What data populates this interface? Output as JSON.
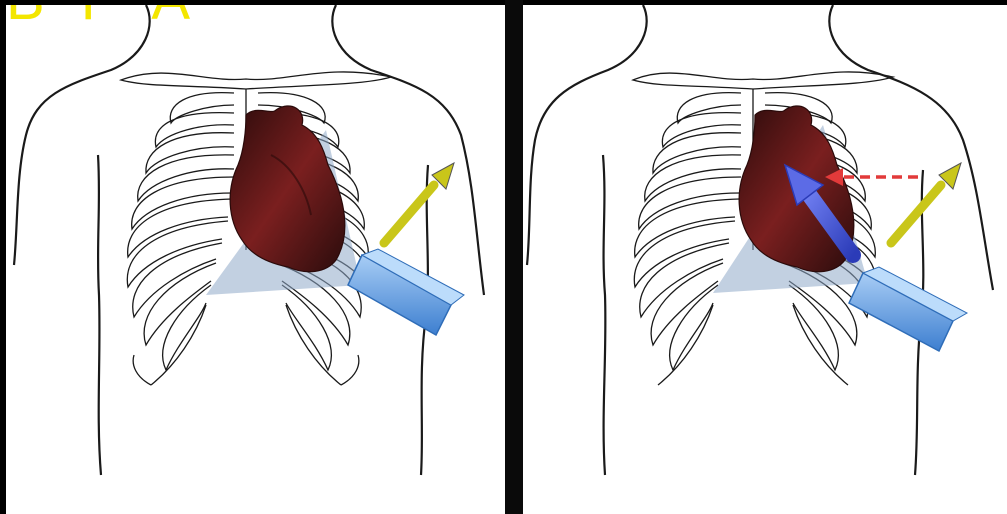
{
  "caption": "B  P  A",
  "colors": {
    "outline": "#1a1a1a",
    "heart": "#7a1f1f",
    "heart_dark": "#3a0f0f",
    "ultrasound_beam": "#8fa9c9",
    "probe": "#6ea8e6",
    "tilt_arrow": "#c9c61a",
    "flow_arrow": "#4d5fd8",
    "dashed_arrow": "#e23a3a",
    "caption": "#f3e600"
  },
  "icons": {
    "left": [
      "torso-outline",
      "ribcage",
      "heart",
      "ultrasound-beam",
      "ultrasound-probe",
      "tilt-arrow"
    ],
    "right": [
      "torso-outline",
      "ribcage",
      "heart",
      "ultrasound-beam",
      "ultrasound-probe",
      "tilt-arrow",
      "flow-arrow",
      "dashed-arrow"
    ]
  }
}
